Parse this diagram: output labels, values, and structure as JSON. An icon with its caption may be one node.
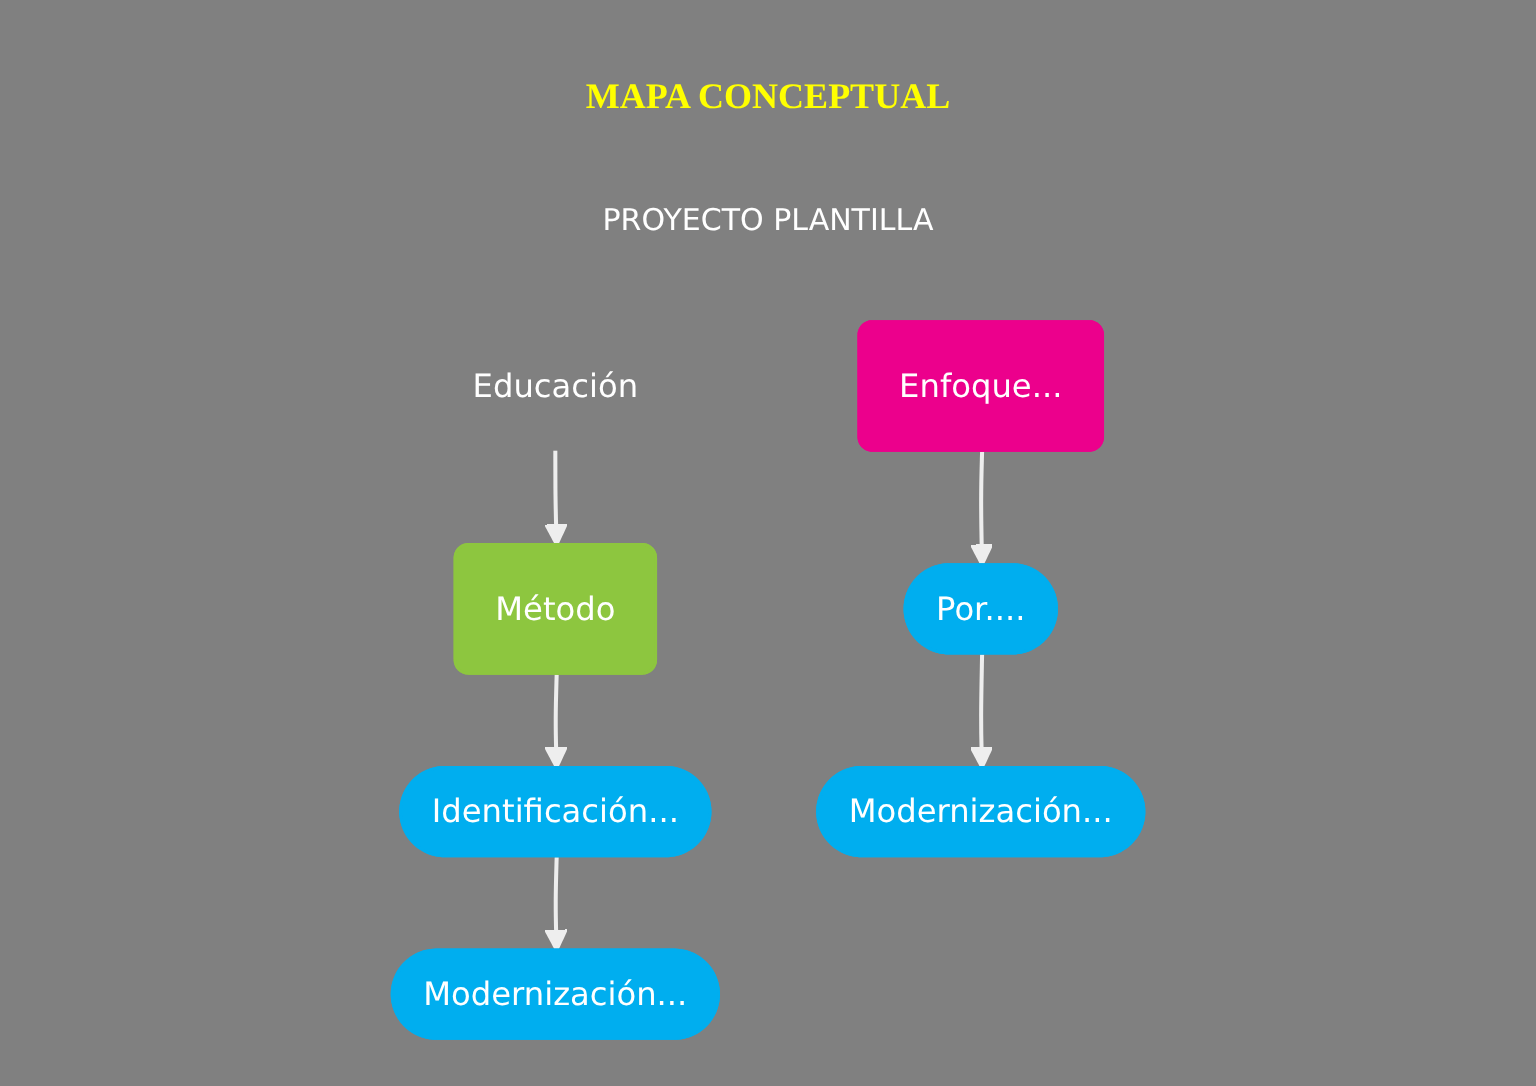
{
  "diagram": {
    "title": "MAPA CONCEPTUAL",
    "nodes": [
      {
        "text": [
          "Educación"
        ]
      },
      {
        "text": [
          "Enfoque..."
        ]
      },
      {
        "text": [
          "Método"
        ]
      },
      {
        "text": [
          "Por...."
        ]
      },
      {
        "text": [
          "Identificación..."
        ]
      },
      {
        "text": [
          "Modernización..."
        ]
      },
      {
        "text": [
          "Modernización..."
        ]
      }
    ],
    "edges": [
      {
        "from": 0,
        "to": 2,
        "arrow": "to"
      },
      {
        "from": 1,
        "to": 3,
        "arrow": "to"
      },
      {
        "from": 2,
        "to": 4,
        "arrow": "to"
      },
      {
        "from": 3,
        "to": 5,
        "arrow": "to"
      },
      {
        "from": 4,
        "to": 6,
        "arrow": "to"
      }
    ],
    "labels": [
      "PROYECTO PLANTILLA"
    ]
  }
}
